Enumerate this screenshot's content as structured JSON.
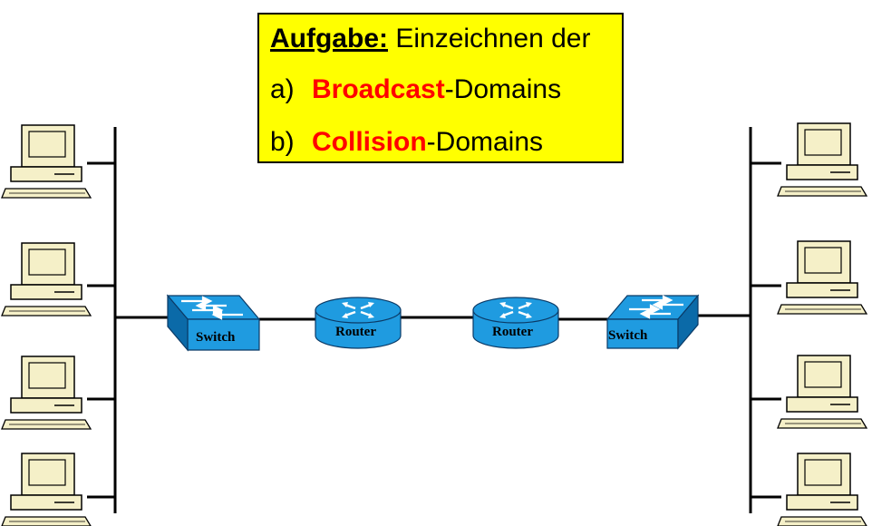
{
  "task": {
    "label": "Aufgabe:",
    "text": " Einzeichnen der",
    "items": [
      {
        "marker": "a)",
        "highlight": "Broadcast",
        "rest": "-Domains"
      },
      {
        "marker": "b)",
        "highlight": "Collision",
        "rest": "-Domains"
      }
    ],
    "highlight_color": "#ff0000",
    "background_color": "#ffff00"
  },
  "devices": {
    "switch_left": "Switch",
    "router_left": "Router",
    "router_right": "Router",
    "switch_right": "Switch"
  },
  "colors": {
    "device_blue": "#1f9be0",
    "device_blue_dark": "#0b6aa8",
    "pc_beige": "#f5f0c8"
  },
  "icons": {
    "computer": "computer-icon",
    "switch": "switch-icon",
    "router": "router-icon"
  }
}
